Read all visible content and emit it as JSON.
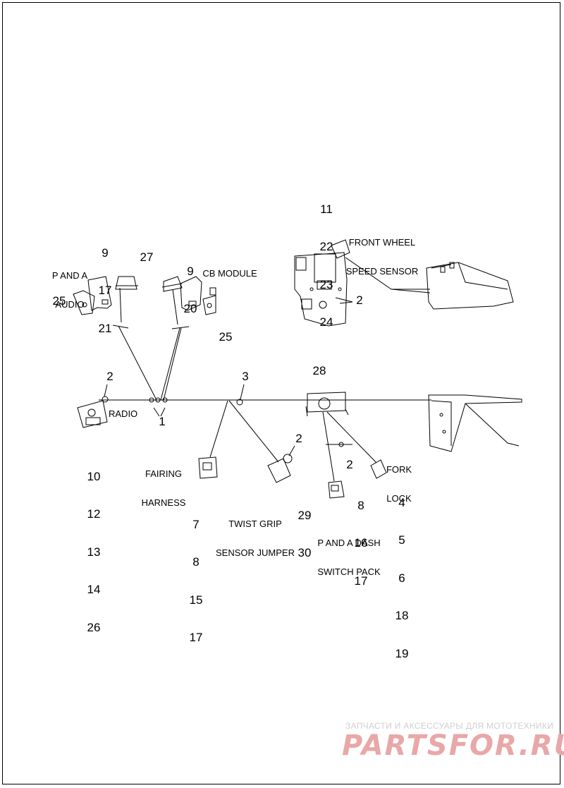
{
  "callouts": {
    "front_wheel_nums": [
      "11",
      "22",
      "23",
      "24"
    ],
    "front_wheel_caption": [
      "FRONT WHEEL",
      "SPEED SENSOR"
    ],
    "pa_audio_nums": [
      "9",
      "17",
      "21"
    ],
    "pa_audio_caption": [
      "P AND A",
      "AUDIO"
    ],
    "n27": "27",
    "cb_nums": [
      "9",
      "20"
    ],
    "cb_caption": "CB MODULE",
    "n25a": "25",
    "n25b": "25",
    "n2_sensor": "2",
    "n2_radio": "2",
    "radio_caption": "RADIO",
    "n1": "1",
    "n3": "3",
    "n28": "28",
    "radio_nums": [
      "10",
      "12",
      "13",
      "14",
      "26"
    ],
    "fairing_caption": [
      "FAIRING",
      "HARNESS"
    ],
    "fairing_nums": [
      "7",
      "8",
      "15",
      "17"
    ],
    "n2_twist": "2",
    "twist_nums": [
      "29",
      "30"
    ],
    "twist_caption": [
      "TWIST GRIP",
      "SENSOR JUMPER"
    ],
    "n2_dash": "2",
    "fork_caption": [
      "FORK",
      "LOCK"
    ],
    "fork_nums": [
      "4",
      "5",
      "6",
      "18",
      "19"
    ],
    "dash_nums": [
      "8",
      "16",
      "17"
    ],
    "dash_caption": [
      "P AND A DASH",
      "SWITCH PACK"
    ]
  },
  "watermark": {
    "line1": "ЗАПЧАСТИ И АКСЕССУАРЫ ДЛЯ МОТОТЕХНИКИ",
    "line2": "PARTSFOR.RU"
  }
}
